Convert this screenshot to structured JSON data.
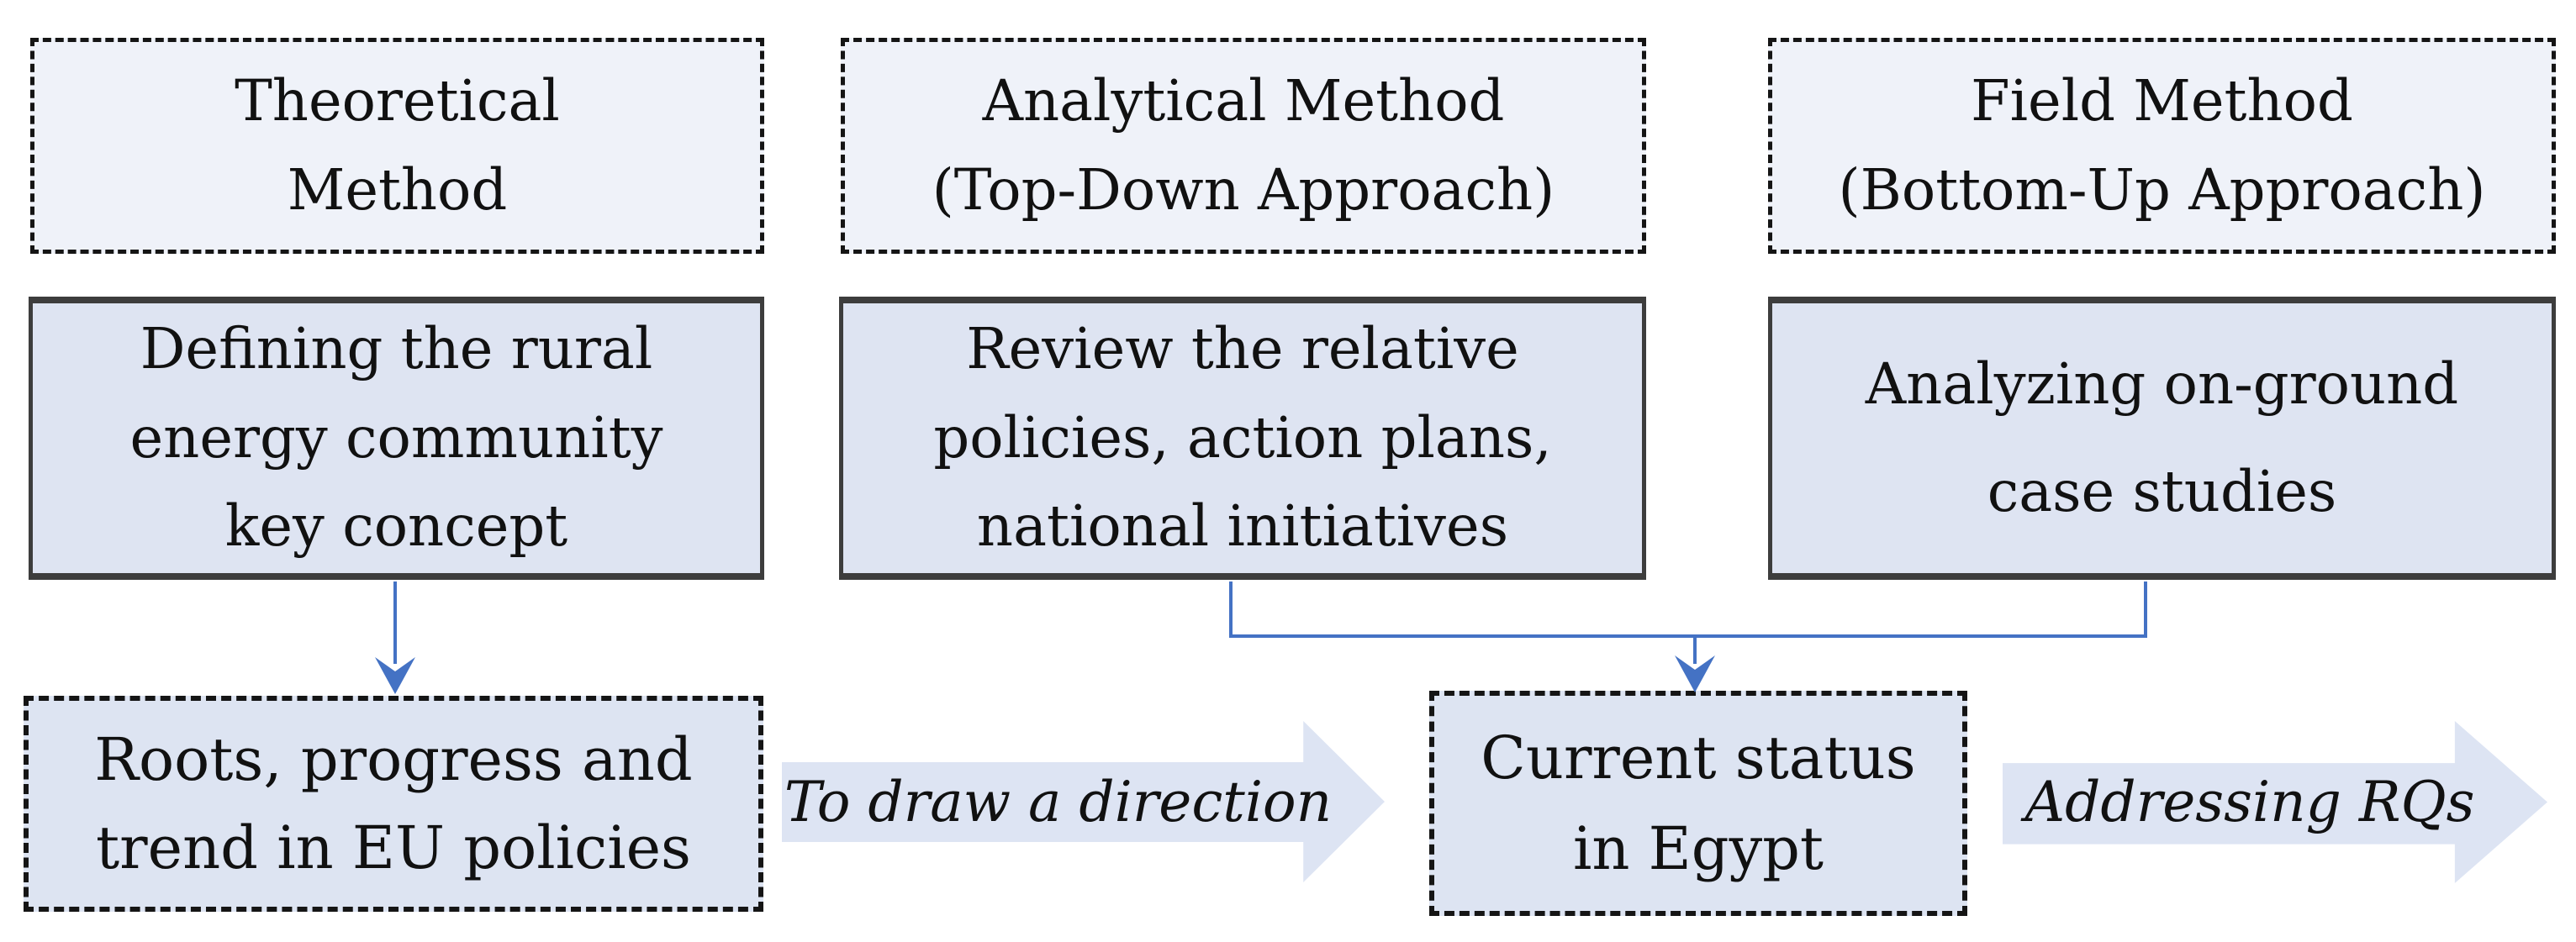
{
  "diagram": {
    "type": "methodology-flow-diagram",
    "colors": {
      "header_fill": "#eff2f9",
      "task_fill": "#dee4f2",
      "output_fill": "#dde4f2",
      "arrow_fill": "#dde4f3",
      "connector_blue": "#4472c4",
      "box_border": "#3d3d3d",
      "dash_border": "#151515",
      "text": "#111111"
    },
    "method_boxes": [
      {
        "id": "theoretical",
        "lines": [
          "Theoretical",
          "Method"
        ]
      },
      {
        "id": "analytical",
        "lines": [
          "Analytical Method",
          "(Top-Down Approach)"
        ]
      },
      {
        "id": "field",
        "lines": [
          "Field Method",
          "(Bottom-Up Approach)"
        ]
      }
    ],
    "task_boxes": [
      {
        "id": "defining",
        "lines": [
          "Defining the rural",
          "energy community",
          "key concept"
        ]
      },
      {
        "id": "review",
        "lines": [
          "Review the relative",
          "policies, action plans,",
          "national initiatives"
        ]
      },
      {
        "id": "analyzing",
        "lines": [
          "Analyzing on-ground",
          "case studies"
        ]
      }
    ],
    "output_boxes": [
      {
        "id": "eu-policies",
        "lines": [
          "Roots, progress and",
          "trend in EU policies"
        ]
      },
      {
        "id": "egypt-status",
        "lines": [
          "Current status",
          "in Egypt"
        ]
      }
    ],
    "flow_labels": {
      "draw_direction": "To draw a direction",
      "addressing_rqs": "Addressing RQs"
    }
  }
}
